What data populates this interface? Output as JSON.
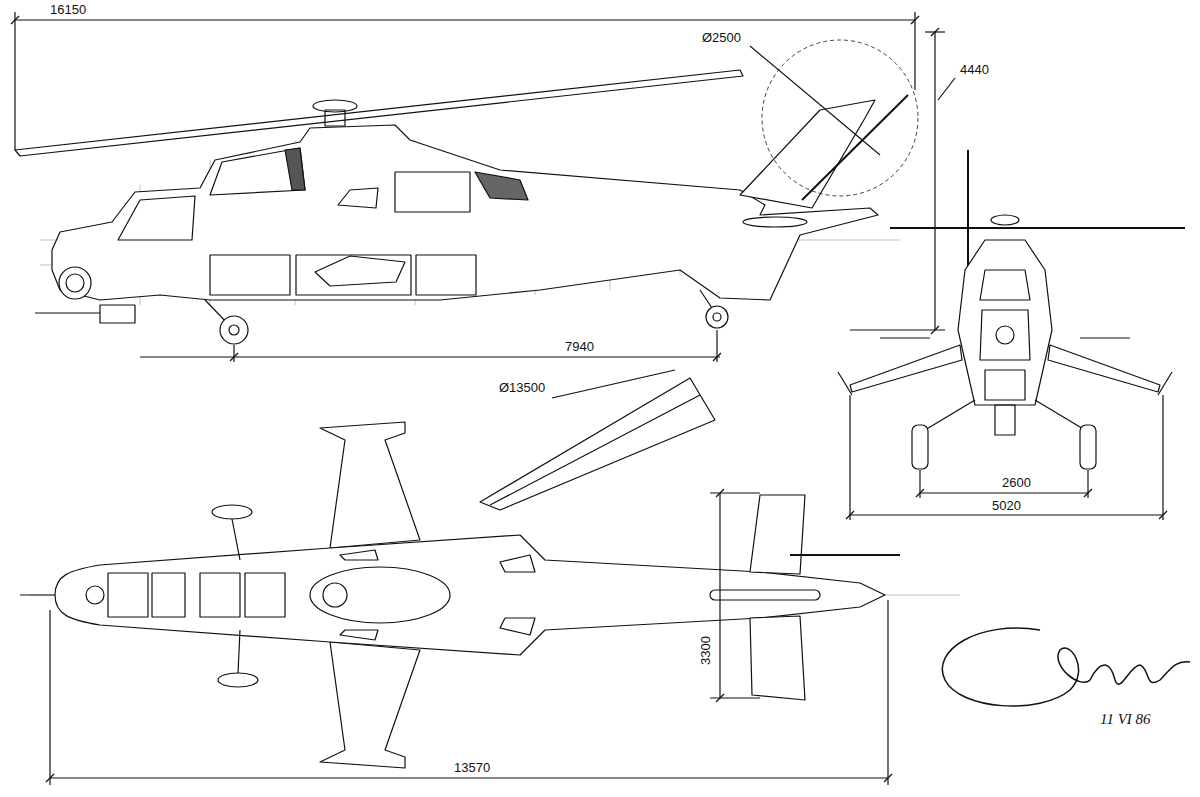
{
  "diagram": {
    "labels": [
      "16150",
      "Ø2500",
      "4440",
      "7940",
      "Ø13500",
      "2600",
      "5020",
      "3300",
      "13570",
      "11 VI 86"
    ]
  }
}
